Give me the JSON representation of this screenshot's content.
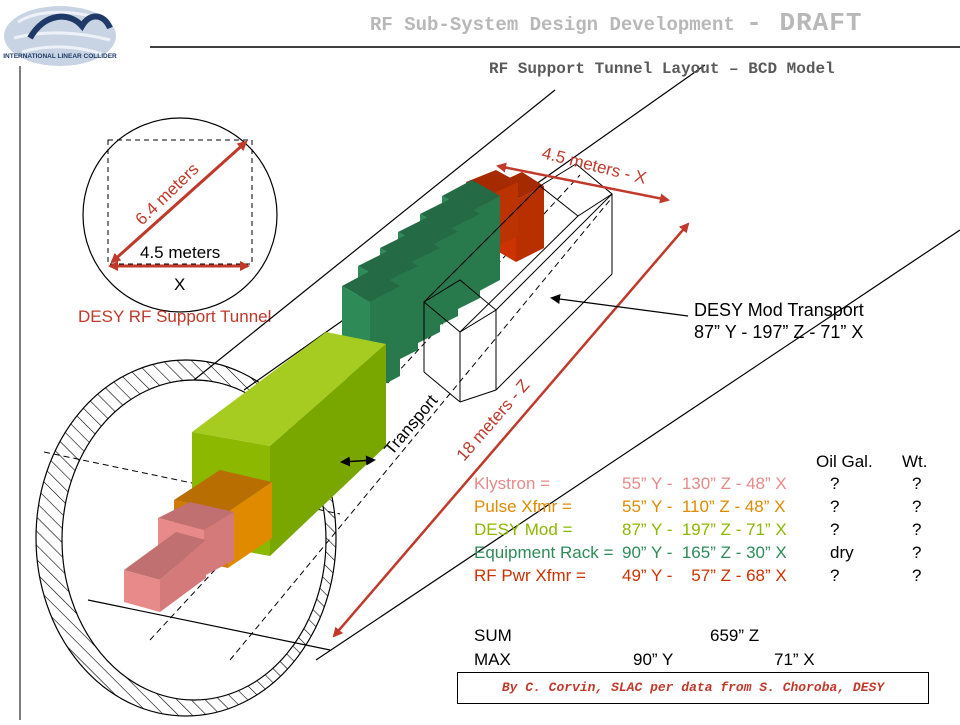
{
  "header": {
    "title_main": "RF Sub-System Design Development",
    "title_draft": "- DRAFT",
    "subtitle": "RF Support Tunnel Layout – BCD Model",
    "logo_text": "INTERNATIONAL LINEAR COLLIDER"
  },
  "colors": {
    "accent_red": "#c0392b",
    "klystron": "#e88a8a",
    "pulse_xfmr": "#e08a00",
    "desy_mod": "#8cb800",
    "equipment_rack": "#2e8b57",
    "rf_pwr_xfmr": "#cc3300"
  },
  "section_diagram": {
    "diagonal_label": "6.4 meters",
    "width_label": "4.5 meters",
    "axis_label": "X",
    "caption": "DESY RF Support Tunnel"
  },
  "tunnel": {
    "top_dim": "4.5 meters - X",
    "length_dim": "18 meters - Z",
    "transport_label": "Transport",
    "mod_transport_line1": "DESY Mod Transport",
    "mod_transport_line2": "87” Y - 197” Z - 71” X"
  },
  "table": {
    "headers": {
      "oil": "Oil Gal.",
      "wt": "Wt."
    },
    "rows": [
      {
        "name": "Klystron =",
        "dims": "55” Y -  130” Z - 48” X",
        "oil": "?",
        "wt": "?",
        "color": "#e88a8a"
      },
      {
        "name": "Pulse Xfmr =",
        "dims": "55” Y -  110” Z - 48” X",
        "oil": "?",
        "wt": "?",
        "color": "#e08a00"
      },
      {
        "name": "DESY Mod =",
        "dims": "87” Y -  197” Z - 71” X",
        "oil": "?",
        "wt": "?",
        "color": "#8cb800"
      },
      {
        "name": "Equipment Rack =",
        "dims": "90” Y -  165” Z - 30” X",
        "oil": "dry",
        "wt": "?",
        "color": "#2e8b57"
      },
      {
        "name": "RF Pwr Xfmr =",
        "dims": "49” Y -    57” Z - 68” X",
        "oil": "?",
        "wt": "?",
        "color": "#cc3300"
      }
    ],
    "sum_label": "SUM",
    "sum_z": "659” Z",
    "max_label": "MAX",
    "max_y": "90” Y",
    "max_x": "71” X"
  },
  "credit": "By C. Corvin, SLAC per data from S. Choroba, DESY"
}
